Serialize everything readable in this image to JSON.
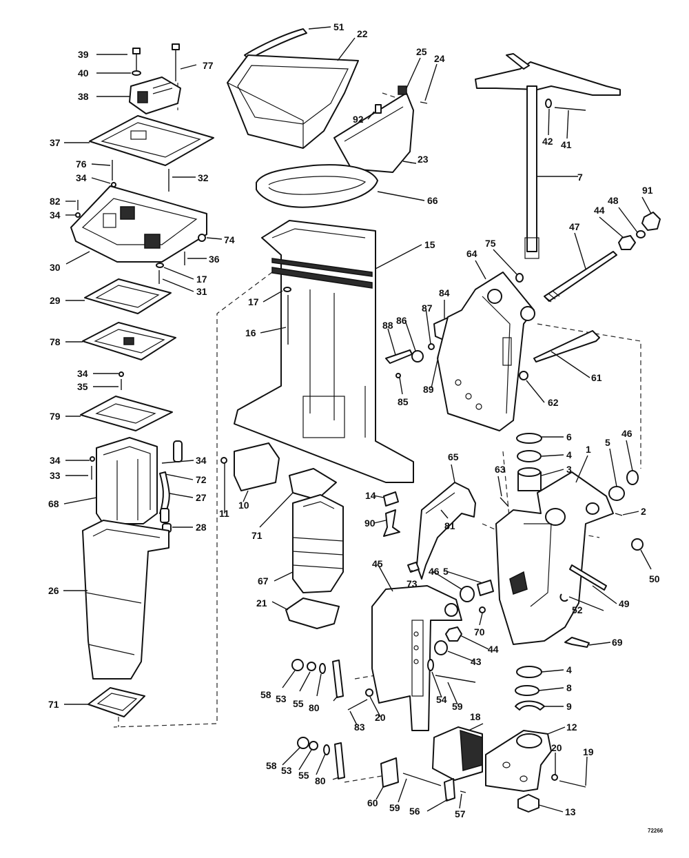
{
  "figure_code": "72266",
  "callouts": [
    {
      "n": "39"
    },
    {
      "n": "40"
    },
    {
      "n": "77"
    },
    {
      "n": "38"
    },
    {
      "n": "37"
    },
    {
      "n": "76"
    },
    {
      "n": "34"
    },
    {
      "n": "32"
    },
    {
      "n": "82"
    },
    {
      "n": "34"
    },
    {
      "n": "30"
    },
    {
      "n": "74"
    },
    {
      "n": "36"
    },
    {
      "n": "17"
    },
    {
      "n": "31"
    },
    {
      "n": "29"
    },
    {
      "n": "78"
    },
    {
      "n": "34"
    },
    {
      "n": "35"
    },
    {
      "n": "79"
    },
    {
      "n": "34"
    },
    {
      "n": "33"
    },
    {
      "n": "34"
    },
    {
      "n": "72"
    },
    {
      "n": "27"
    },
    {
      "n": "68"
    },
    {
      "n": "28"
    },
    {
      "n": "26"
    },
    {
      "n": "71"
    },
    {
      "n": "51"
    },
    {
      "n": "22"
    },
    {
      "n": "25"
    },
    {
      "n": "24"
    },
    {
      "n": "92"
    },
    {
      "n": "23"
    },
    {
      "n": "66"
    },
    {
      "n": "15"
    },
    {
      "n": "17"
    },
    {
      "n": "16"
    },
    {
      "n": "11"
    },
    {
      "n": "10"
    },
    {
      "n": "71"
    },
    {
      "n": "67"
    },
    {
      "n": "21"
    },
    {
      "n": "88"
    },
    {
      "n": "86"
    },
    {
      "n": "87"
    },
    {
      "n": "84"
    },
    {
      "n": "85"
    },
    {
      "n": "89"
    },
    {
      "n": "14"
    },
    {
      "n": "90"
    },
    {
      "n": "7"
    },
    {
      "n": "42"
    },
    {
      "n": "41"
    },
    {
      "n": "91"
    },
    {
      "n": "48"
    },
    {
      "n": "44"
    },
    {
      "n": "47"
    },
    {
      "n": "75"
    },
    {
      "n": "64"
    },
    {
      "n": "61"
    },
    {
      "n": "62"
    },
    {
      "n": "6"
    },
    {
      "n": "4"
    },
    {
      "n": "3"
    },
    {
      "n": "5"
    },
    {
      "n": "46"
    },
    {
      "n": "1"
    },
    {
      "n": "2"
    },
    {
      "n": "50"
    },
    {
      "n": "49"
    },
    {
      "n": "52"
    },
    {
      "n": "69"
    },
    {
      "n": "65"
    },
    {
      "n": "63"
    },
    {
      "n": "81"
    },
    {
      "n": "73"
    },
    {
      "n": "45"
    },
    {
      "n": "46"
    },
    {
      "n": "5"
    },
    {
      "n": "70"
    },
    {
      "n": "44"
    },
    {
      "n": "43"
    },
    {
      "n": "54"
    },
    {
      "n": "59"
    },
    {
      "n": "58"
    },
    {
      "n": "53"
    },
    {
      "n": "55"
    },
    {
      "n": "80"
    },
    {
      "n": "83"
    },
    {
      "n": "20"
    },
    {
      "n": "18"
    },
    {
      "n": "4"
    },
    {
      "n": "8"
    },
    {
      "n": "9"
    },
    {
      "n": "12"
    },
    {
      "n": "20"
    },
    {
      "n": "19"
    },
    {
      "n": "13"
    },
    {
      "n": "58"
    },
    {
      "n": "53"
    },
    {
      "n": "55"
    },
    {
      "n": "80"
    },
    {
      "n": "60"
    },
    {
      "n": "59"
    },
    {
      "n": "56"
    },
    {
      "n": "57"
    }
  ]
}
